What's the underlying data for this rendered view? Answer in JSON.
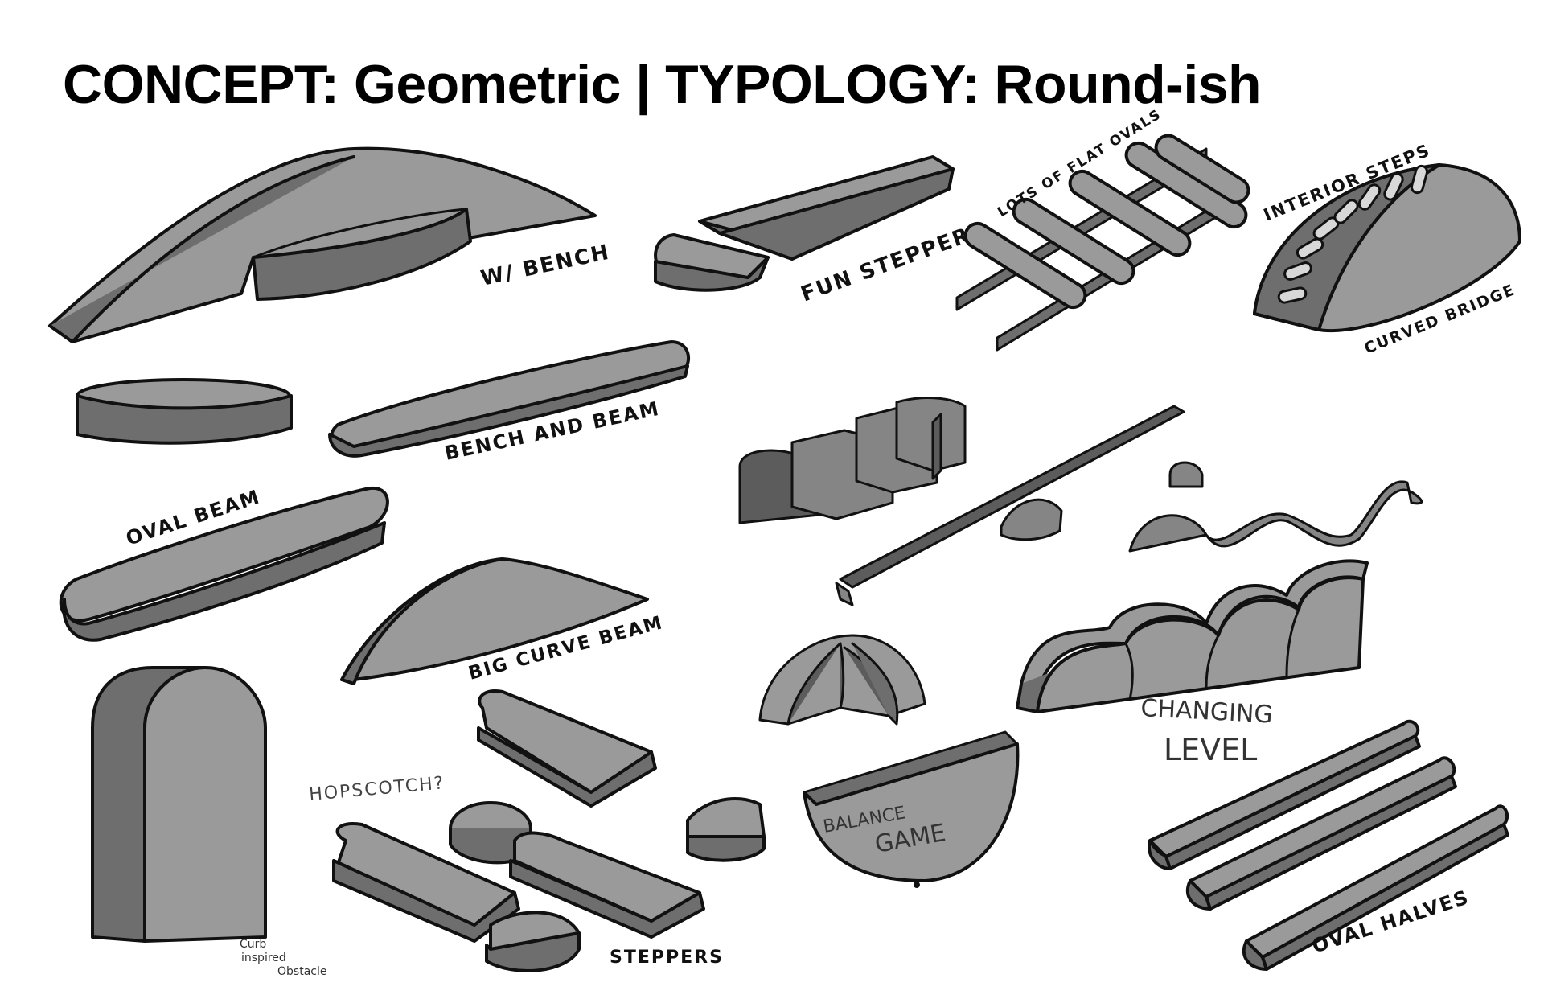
{
  "title": "CONCEPT: Geometric | TYPOLOGY: Round-ish",
  "labels": {
    "w_bench": "W/ BENCH",
    "fun_stepper": "FUN STEPPER?",
    "lots_of_flat_ovals": "LOTS OF FLAT OVALS",
    "interior_steps": "INTERIOR STEPS",
    "curved_bridge": "CURVED BRIDGE",
    "bench_and_beam": "BENCH AND BEAM",
    "oval_beam": "OVAL BEAM",
    "big_curve_beam": "BIG CURVE BEAM",
    "hopscotch": "HOPSCOTCH?",
    "steppers": "STEPPERS",
    "curb_line1": "Curb",
    "curb_line2": "inspired",
    "curb_line3": "Obstacle",
    "balance_line1": "BALANCE",
    "balance_line2": "GAME",
    "changing_line1": "CHANGING",
    "changing_line2": "LEVEL",
    "oval_halves": "OVAL HALVES"
  }
}
